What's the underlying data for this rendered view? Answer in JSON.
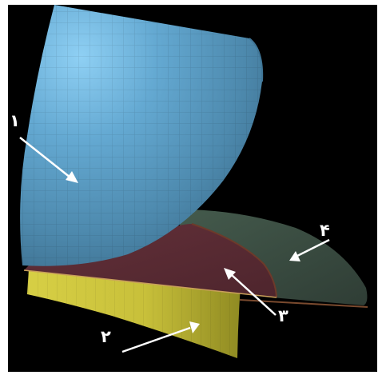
{
  "figure": {
    "background_color": "#000000",
    "frame_color": "#ffffff",
    "surfaces": [
      {
        "id": "hemisphere",
        "color": "#5e9fc8",
        "highlight": "#8fd0f4"
      },
      {
        "id": "yellow-sheet",
        "color": "#c9c23a",
        "highlight": "#e3dc62"
      },
      {
        "id": "maroon-region",
        "color": "#5a2c34"
      },
      {
        "id": "green-sheet",
        "color": "#3c4d42"
      }
    ],
    "arrow_color": "#ffffff"
  },
  "labels": {
    "label_1": "١",
    "label_2": "٢",
    "label_3": "٣",
    "label_4": "۴"
  }
}
